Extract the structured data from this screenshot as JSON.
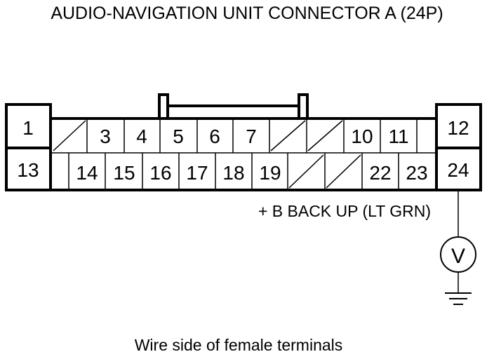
{
  "title": "AUDIO-NAVIGATION UNIT CONNECTOR A (24P)",
  "top_row": [
    "1",
    "",
    "3",
    "4",
    "5",
    "6",
    "7",
    "",
    "",
    "10",
    "11",
    "",
    "12"
  ],
  "bottom_row": [
    "13",
    "",
    "14",
    "15",
    "16",
    "17",
    "18",
    "19",
    "",
    "",
    "22",
    "23",
    "24"
  ],
  "wire_label": "+ B BACK UP (LT GRN)",
  "meter_symbol": "V",
  "caption": "Wire side of female terminals"
}
